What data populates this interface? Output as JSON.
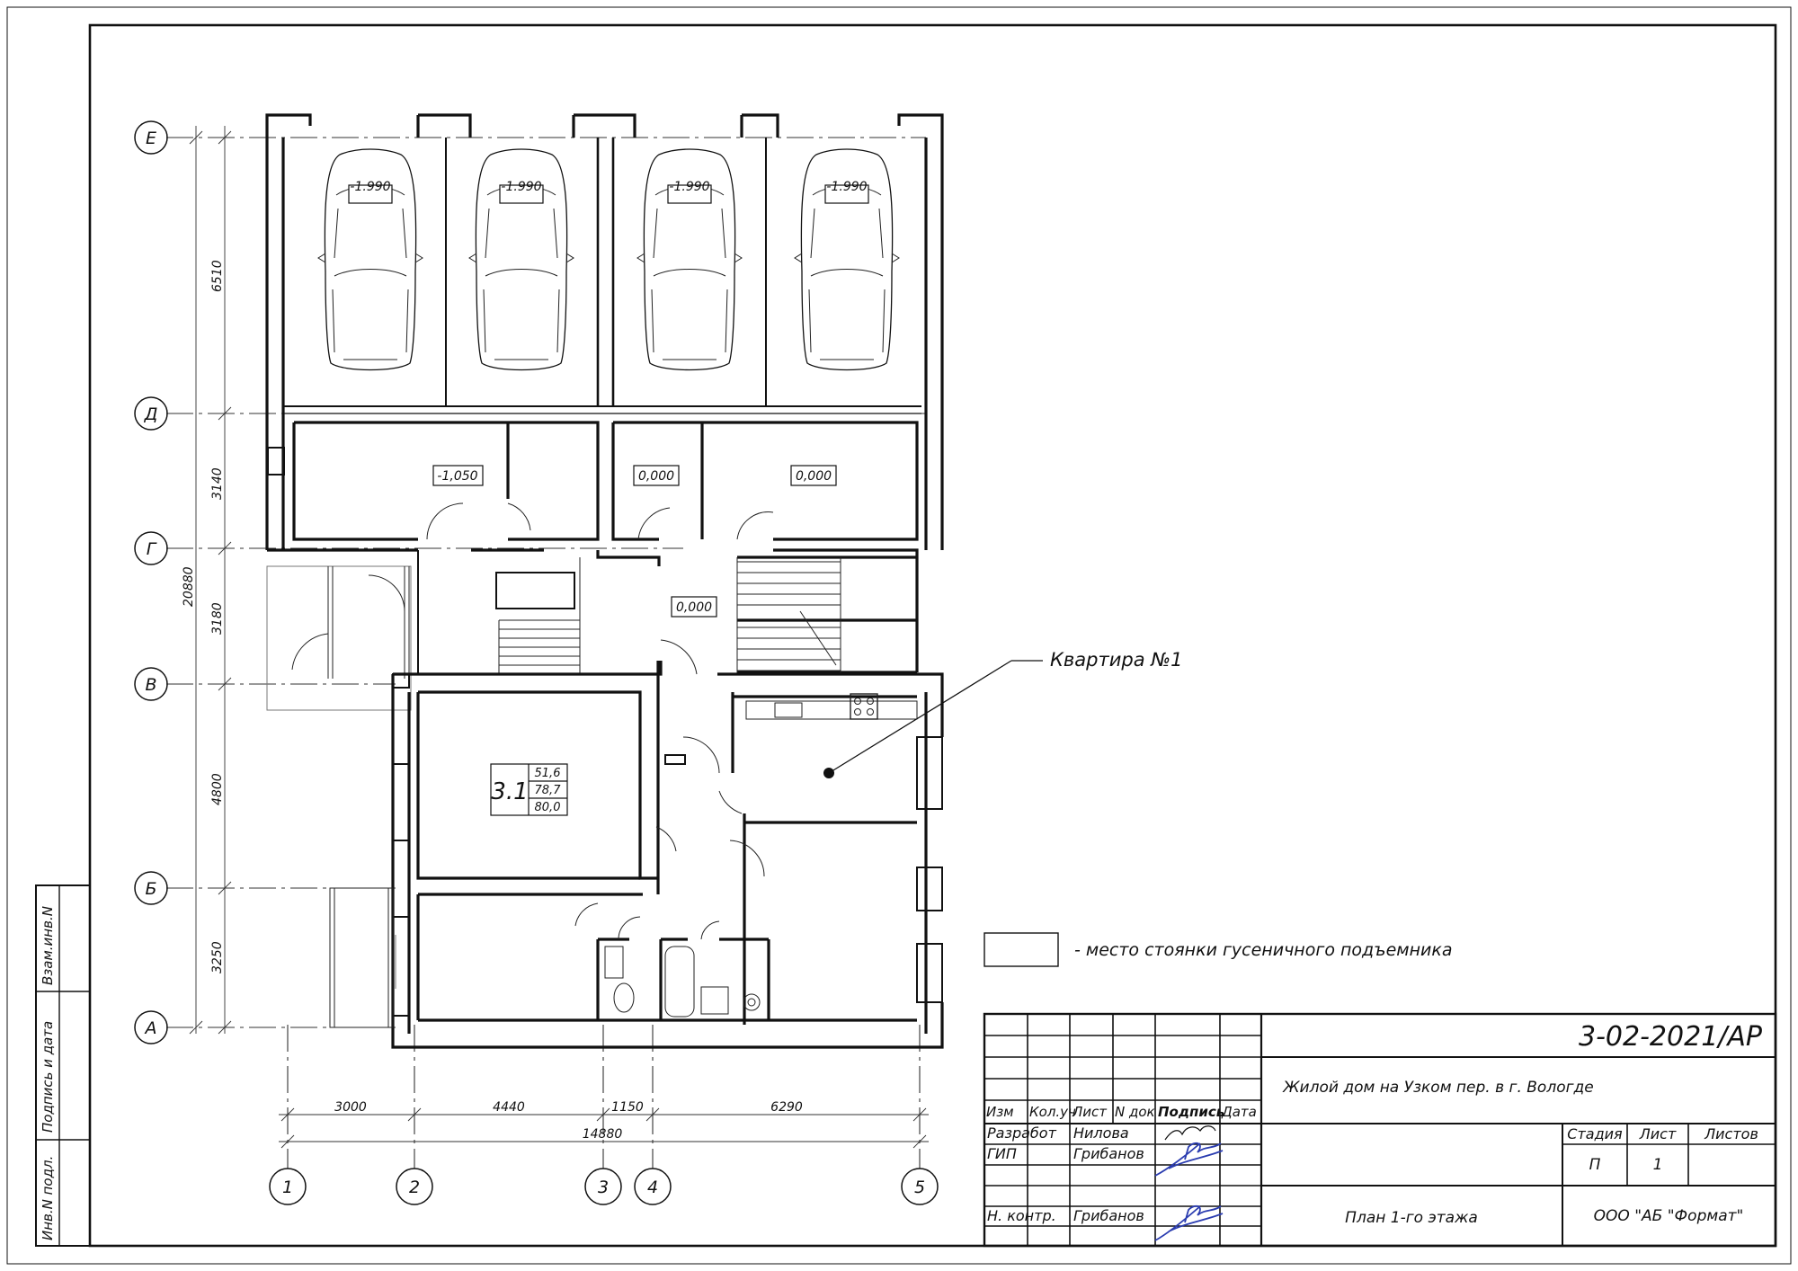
{
  "project_code": "3-02-2021/АР",
  "object_title": "Жилой дом на Узком пер. в г.  Вологде",
  "sheet_title": "План 1-го этажа",
  "organization": "ООО \"АБ \"Формат\"",
  "stage_block": {
    "headers": [
      "Стадия",
      "Лист",
      "Листов"
    ],
    "values": [
      "П",
      "1",
      ""
    ]
  },
  "revision_header": [
    "Изм",
    "Кол.уч",
    "Лист",
    "N док",
    "Подпись",
    "Дата"
  ],
  "signatures": [
    {
      "role": "Разработ",
      "name": "Нилова"
    },
    {
      "role": "ГИП",
      "name": "Грибанов"
    },
    {
      "role": "Н. контр.",
      "name": "Грибанов"
    }
  ],
  "side_stamp": [
    "Инв.N подл.",
    "Подпись и дата",
    "Взам.инв.N"
  ],
  "axes": {
    "rows": [
      "Е",
      "Д",
      "Г",
      "В",
      "Б",
      "А"
    ],
    "columns": [
      "1",
      "2",
      "3",
      "4",
      "5"
    ]
  },
  "dimensions": {
    "vertical": [
      "6510",
      "3140",
      "3180",
      "4800",
      "3250"
    ],
    "vertical_total": "20880",
    "horizontal": [
      "3000",
      "4440",
      "1150",
      "6290"
    ],
    "horizontal_total": "14880"
  },
  "elevations": {
    "parking": [
      "-1.990",
      "-1.990",
      "-1.990",
      "-1.990"
    ],
    "storage": [
      "-1,050",
      "0,000",
      "0,000"
    ],
    "stair_hall": "0,000"
  },
  "apartment_label": "Квартира №1",
  "room_tag": {
    "number": "3.1",
    "values": [
      "51,6",
      "78,7",
      "80,0"
    ]
  },
  "legend_text": "- место стоянки гусеничного подъемника"
}
